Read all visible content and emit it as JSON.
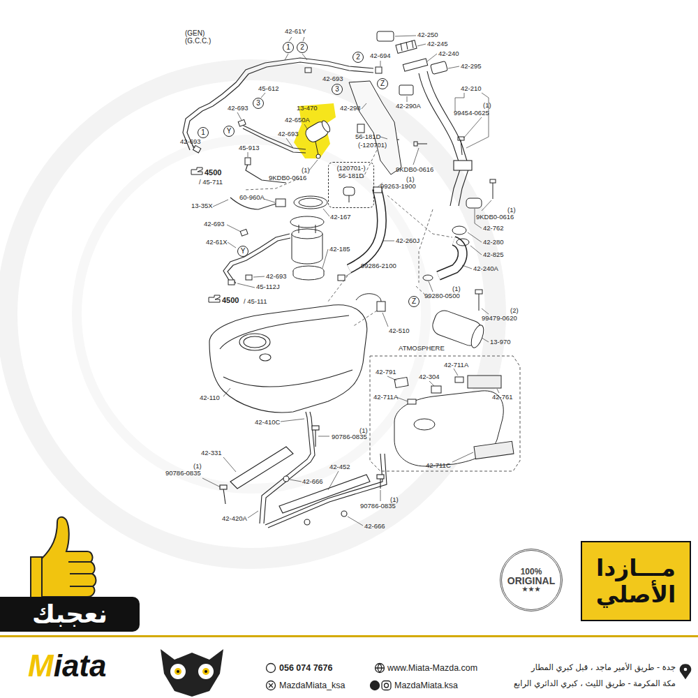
{
  "diagram": {
    "nodes": [
      {
        "text": [
          "1"
        ]
      },
      {
        "text": [
          "2"
        ]
      },
      {
        "text": [
          "2"
        ]
      },
      {
        "text": [
          "Z"
        ]
      },
      {
        "text": [
          "3"
        ]
      },
      {
        "text": [
          "3"
        ]
      },
      {
        "text": [
          "Y"
        ]
      },
      {
        "text": [
          "1"
        ]
      },
      {
        "text": [
          "(120701-)",
          "56-181D"
        ]
      },
      {
        "text": [
          "Y"
        ]
      },
      {
        "text": [
          "Z"
        ]
      },
      {
        "text": [
          "مـــازدا الأصلي"
        ]
      },
      {
        "text": [
          "100%",
          "ORIGINAL",
          "★★★"
        ]
      },
      {
        "text": [
          "نعجبك"
        ]
      }
    ],
    "labels": [
      "(GEN) (G.C.C.)",
      "42-61Y",
      "42-250",
      "42-694",
      "42-245",
      "42-240",
      "42-693",
      "42-295",
      "45-612",
      "42-210",
      "42-693",
      "(1)",
      "99454-0625",
      "13-470",
      "42-298",
      "42-290A",
      "42-650A",
      "42-693",
      "56-181D",
      "(-120701)",
      "42-693",
      "45-913",
      "9KDB0-0616",
      "(1)",
      "9KDB0-0616",
      "4500",
      "/ 45-711",
      "(1)",
      "99263-1900",
      "13-35X",
      "60-960A",
      "42-167",
      "(1)",
      "9KDB0-0616",
      "42-762",
      "42-693",
      "42-61X",
      "42-260J",
      "42-280",
      "42-185",
      "42-825",
      "99286-2100",
      "42-240A",
      "42-693",
      "45-112J",
      "4500",
      "/ 45-111",
      "(1)",
      "99280-0500",
      "(2)",
      "99479-0620",
      "42-510",
      "ATMOSPHERE",
      "13-970",
      "42-711A",
      "42-791",
      "42-304",
      "42-711A",
      "42-761",
      "42-110",
      "42-711C",
      "42-410C",
      "(1)",
      "90786-0835",
      "42-331",
      "(1)",
      "90786-0835",
      "42-666",
      "42-452",
      "(1)",
      "90786-0835",
      "42-420A",
      "42-666",
      "056 074 7676",
      "www.Miata-Mazda.com",
      "MazdaMiata_ksa",
      "MazdaMiata.ksa",
      "جدة - طريق الأمير ماجد ، قبل كبري المطار",
      "مكة المكرمة - طريق الليث ، كبري الدائري الرابع",
      "Miata"
    ]
  }
}
